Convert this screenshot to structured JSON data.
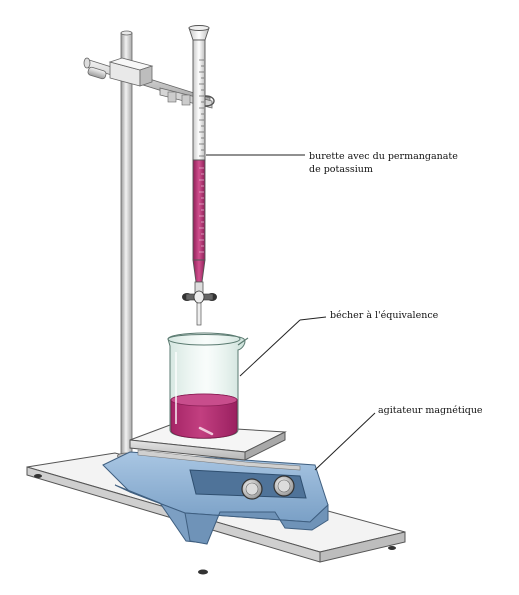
{
  "labels": {
    "burette_line1": "burette avec du permanganate",
    "burette_line2": "de potassium",
    "becher": "bécher à l'équivalence",
    "agitateur": "agitateur magnétique"
  },
  "colors": {
    "permanganate": "#b02a6e",
    "permanganate_light": "#d14d8f",
    "stand_metal": "#d8d8d8",
    "stirrer_blue": "#8fb3d6",
    "stirrer_dark": "#5f86ad",
    "base_plate": "#eeeeee"
  }
}
